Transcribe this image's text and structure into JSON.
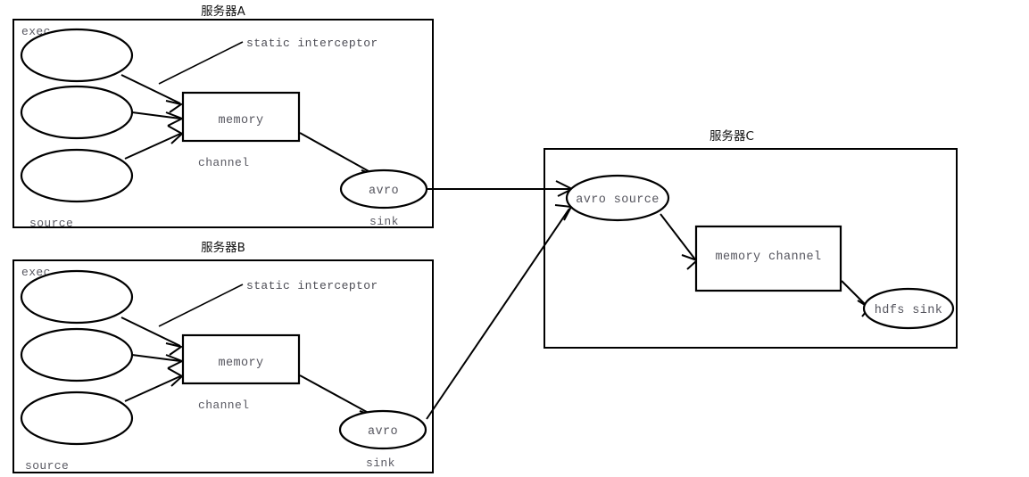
{
  "diagram": {
    "title_a": "服务器A",
    "title_b": "服务器B",
    "title_c": "服务器C",
    "colors": {
      "stroke": "#000000",
      "text": "#4d4d55",
      "background": "#ffffff"
    },
    "server_a": {
      "title": "服务器A",
      "source_label": "source",
      "exec_label": "exec",
      "sources": [
        "",
        "",
        ""
      ],
      "interceptor_label": "static interceptor",
      "channel_name": "memory",
      "channel_label": "channel",
      "sink_name": "avro",
      "sink_label": "sink"
    },
    "server_b": {
      "title": "服务器B",
      "source_label": "source",
      "exec_label": "exec",
      "sources": [
        "",
        "",
        ""
      ],
      "interceptor_label": "static interceptor",
      "channel_name": "memory",
      "channel_label": "channel",
      "sink_name": "avro",
      "sink_label": "sink"
    },
    "server_c": {
      "title": "服务器C",
      "source_name": "avro source",
      "channel_name": "memory channel",
      "sink_name": "hdfs sink"
    }
  }
}
